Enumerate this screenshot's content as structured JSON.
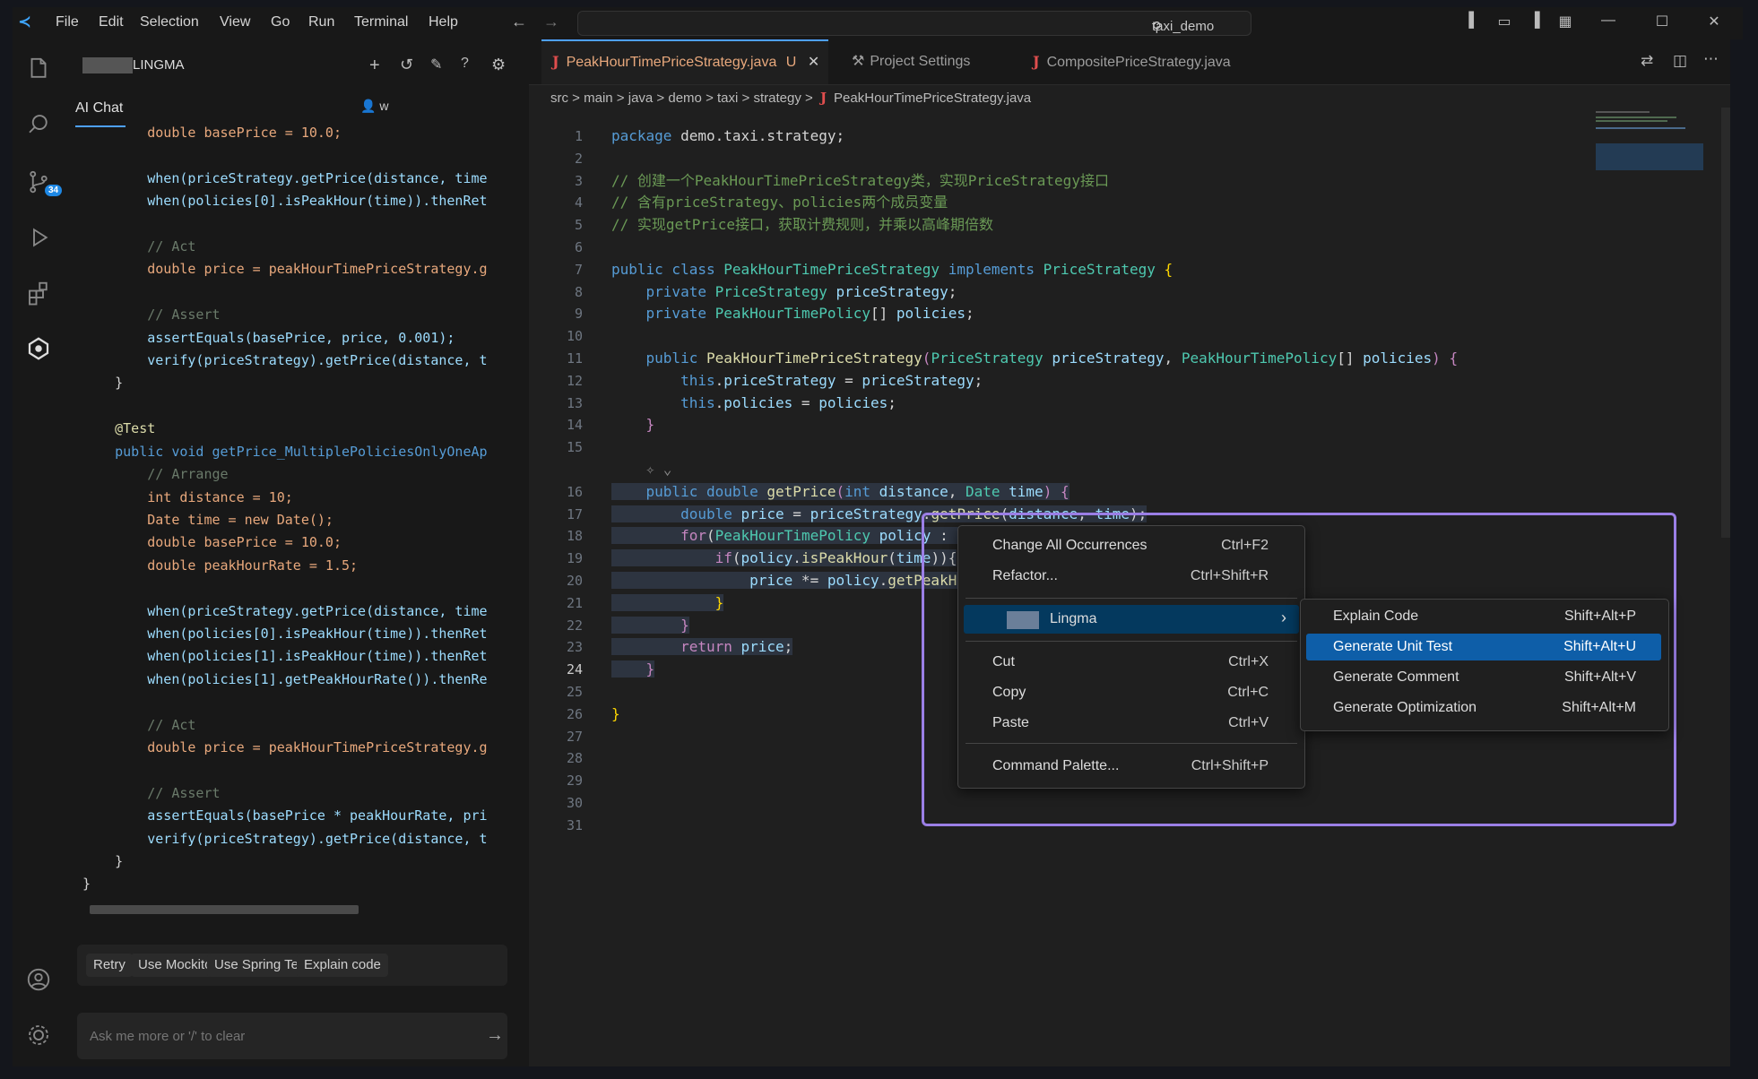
{
  "titlebar": {
    "menus": [
      "File",
      "Edit",
      "Selection",
      "View",
      "Go",
      "Run",
      "Terminal",
      "Help"
    ],
    "search_text": "taxi_demo"
  },
  "activity": {
    "scm_badge": "34"
  },
  "sidepanel": {
    "title": "LINGMA",
    "tab_aichat": "AI Chat",
    "user_label": "w",
    "chat_code": [
      "        double basePrice = 10.0;",
      "",
      "        when(priceStrategy.getPrice(distance, time",
      "        when(policies[0].isPeakHour(time)).thenRet",
      "",
      "        // Act",
      "        double price = peakHourTimePriceStrategy.g",
      "",
      "        // Assert",
      "        assertEquals(basePrice, price, 0.001);",
      "        verify(priceStrategy).getPrice(distance, t",
      "    }",
      "",
      "    @Test",
      "    public void getPrice_MultiplePoliciesOnlyOneAp",
      "        // Arrange",
      "        int distance = 10;",
      "        Date time = new Date();",
      "        double basePrice = 10.0;",
      "        double peakHourRate = 1.5;",
      "",
      "        when(priceStrategy.getPrice(distance, time",
      "        when(policies[0].isPeakHour(time)).thenRet",
      "        when(policies[1].isPeakHour(time)).thenRet",
      "        when(policies[1].getPeakHourRate()).thenRe",
      "",
      "        // Act",
      "        double price = peakHourTimePriceStrategy.g",
      "",
      "        // Assert",
      "        assertEquals(basePrice * peakHourRate, pri",
      "        verify(priceStrategy).getPrice(distance, t",
      "    }",
      "}"
    ],
    "actions": [
      "Retry",
      "Use Mockito",
      "Use Spring Test",
      "Explain code"
    ],
    "input_placeholder": "Ask me more or '/' to clear"
  },
  "editor": {
    "tabs": [
      {
        "label": "PeakHourTimePriceStrategy.java",
        "status": "U"
      },
      {
        "label": "Project Settings"
      },
      {
        "label": "CompositePriceStrategy.java"
      }
    ],
    "breadcrumb": [
      "src",
      "main",
      "java",
      "demo",
      "taxi",
      "strategy",
      "PeakHourTimePriceStrategy.java"
    ],
    "line_numbers": [
      "1",
      "2",
      "3",
      "4",
      "5",
      "6",
      "7",
      "8",
      "9",
      "10",
      "11",
      "12",
      "13",
      "14",
      "15",
      "",
      "16",
      "17",
      "18",
      "19",
      "20",
      "21",
      "22",
      "23",
      "24",
      "25",
      "26",
      "27",
      "28",
      "29",
      "30",
      "31"
    ],
    "current_line": "24"
  },
  "context_menu": {
    "items": [
      {
        "label": "Change All Occurrences",
        "key": "Ctrl+F2"
      },
      {
        "label": "Refactor...",
        "key": "Ctrl+Shift+R"
      },
      {
        "label": "Lingma",
        "key": ""
      },
      {
        "label": "Cut",
        "key": "Ctrl+X"
      },
      {
        "label": "Copy",
        "key": "Ctrl+C"
      },
      {
        "label": "Paste",
        "key": "Ctrl+V"
      },
      {
        "label": "Command Palette...",
        "key": "Ctrl+Shift+P"
      }
    ]
  },
  "submenu": {
    "items": [
      {
        "label": "Explain Code",
        "key": "Shift+Alt+P"
      },
      {
        "label": "Generate Unit Test",
        "key": "Shift+Alt+U"
      },
      {
        "label": "Generate Comment",
        "key": "Shift+Alt+V"
      },
      {
        "label": "Generate Optimization",
        "key": "Shift+Alt+M"
      }
    ]
  },
  "colors": {
    "accent": "#4ea0ff",
    "highlight_border": "#9b7fe6",
    "menu_active": "#0e5ea8"
  }
}
